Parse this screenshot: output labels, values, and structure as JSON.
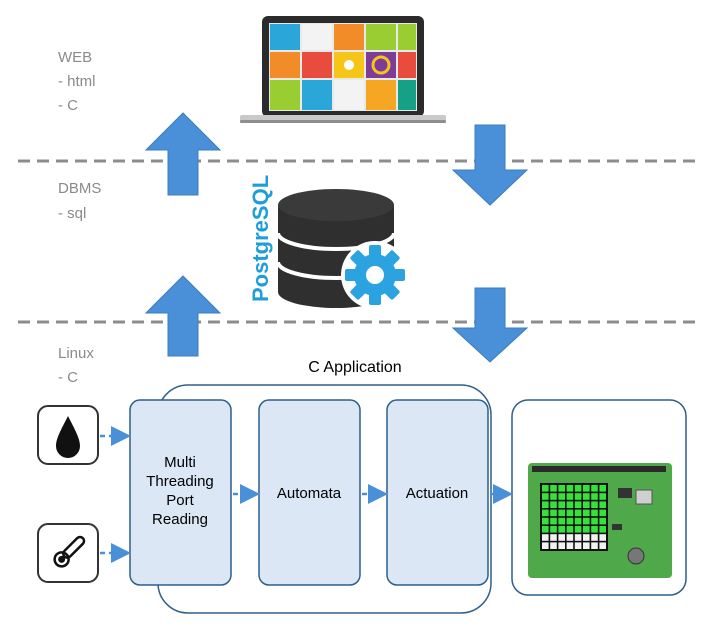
{
  "layers": {
    "web": {
      "name": "WEB",
      "items": [
        "- html",
        "- C"
      ]
    },
    "dbms": {
      "name": "DBMS",
      "items": [
        "- sql"
      ]
    },
    "linux": {
      "name": "Linux",
      "items": [
        "- C"
      ]
    }
  },
  "database": {
    "label": "PostgreSQL"
  },
  "application": {
    "title": "C Application",
    "modules": {
      "threading": [
        "Multi",
        "Threading",
        "Port",
        "Reading"
      ],
      "automata": "Automata",
      "actuation": "Actuation"
    }
  },
  "colors": {
    "arrow": "#4a90d9",
    "module_fill": "#dbe7f5",
    "border": "#2e5f8a",
    "layer_label": "#8a8a8a",
    "divider": "#8c8c8c",
    "postgres": "#1f9ddb"
  },
  "icons": [
    "laptop-icon",
    "database-icon",
    "gear-icon",
    "water-drop-icon",
    "thermometer-icon",
    "sense-hat-board-icon"
  ]
}
